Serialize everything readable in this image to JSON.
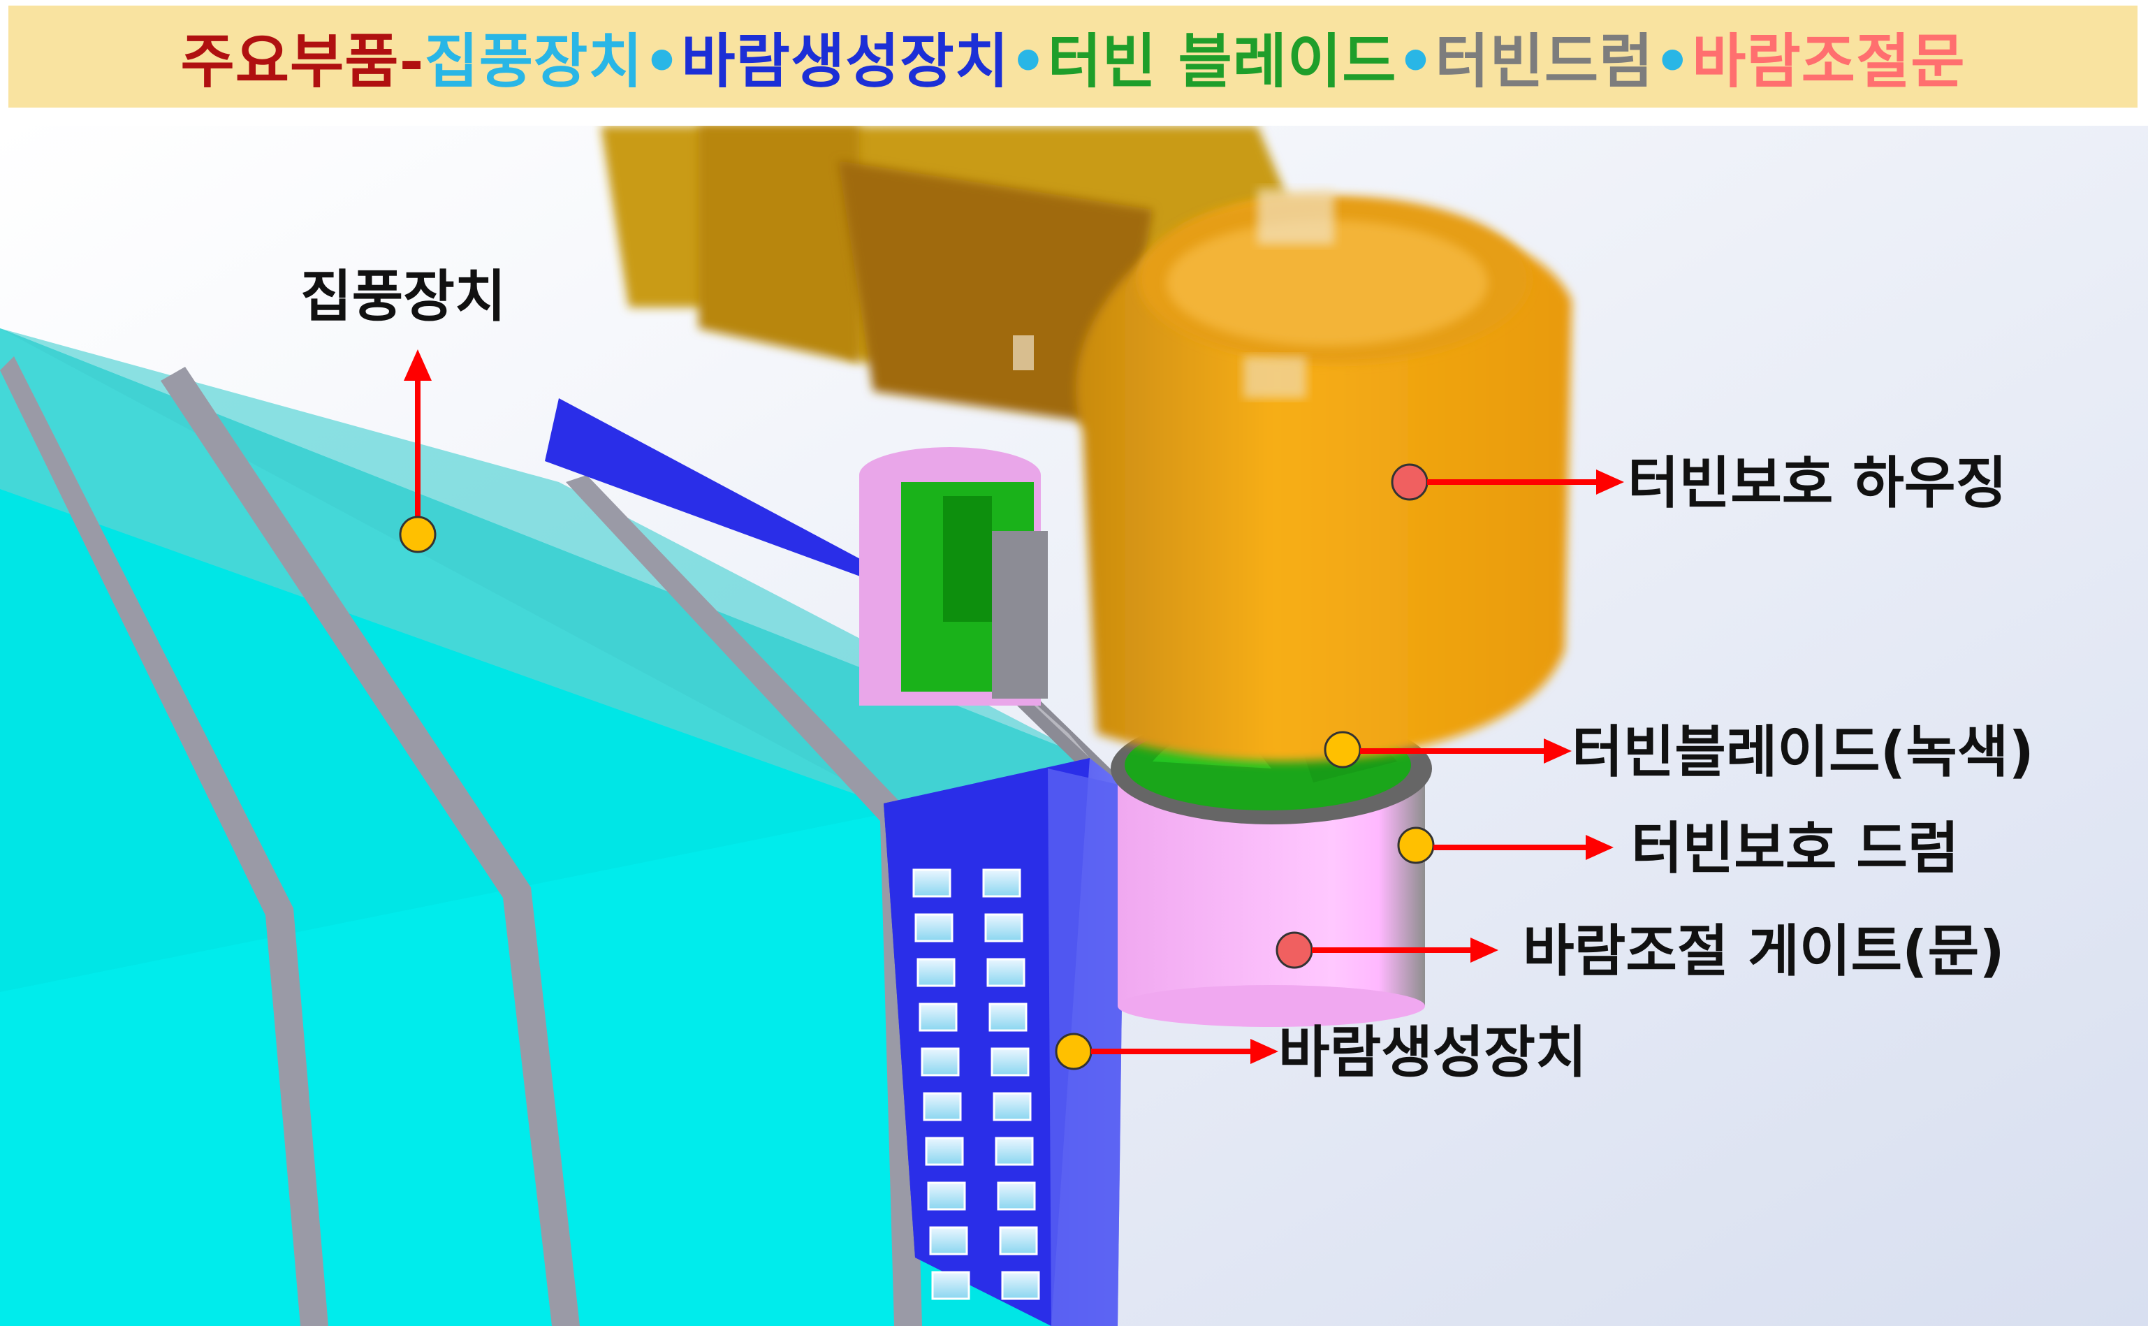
{
  "title": {
    "segments": [
      {
        "text": "주요부품-",
        "color": "#b01010"
      },
      {
        "text": "집풍장치",
        "color": "#29b6e6"
      },
      {
        "text": "•",
        "color": "#29b6e6"
      },
      {
        "text": "바람생성장치",
        "color": "#1c2fd6"
      },
      {
        "text": "•",
        "color": "#29b6e6"
      },
      {
        "text": "터빈 블레이드",
        "color": "#1f9e2a"
      },
      {
        "text": "•",
        "color": "#29b6e6"
      },
      {
        "text": "터빈드럼",
        "color": "#7d7d7d"
      },
      {
        "text": "•",
        "color": "#29b6e6"
      },
      {
        "text": "바람조절문",
        "color": "#ff6f6f"
      }
    ]
  },
  "labels": {
    "collector": "집풍장치",
    "turbine_housing": "터빈보호 하우징",
    "turbine_blade": "터빈블레이드(녹색)",
    "turbine_drum": "터빈보호 드럼",
    "wind_gate": "바람조절 게이트(문)",
    "wind_generator": "바람생성장치"
  },
  "colors": {
    "collector": "#00e8e8",
    "generator": "#2a2ee8",
    "housing": "#f5aa12",
    "blade": "#1fb21f",
    "drum": "#f5b5f5",
    "arrow": "#ff0000",
    "marker_yellow": "#ffc000",
    "marker_red": "#f06060"
  }
}
